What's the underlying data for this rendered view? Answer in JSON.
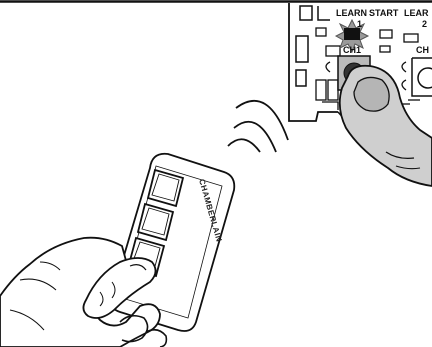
{
  "inset": {
    "label_learn_1": "LEARN",
    "label_start": "START",
    "label_learn_2": "LEAR",
    "label_num_1": "1",
    "label_num_2": "2",
    "label_ch1": "CH1",
    "label_ch2": "CH"
  },
  "remote": {
    "brand": "CHAMBERLAIN"
  }
}
